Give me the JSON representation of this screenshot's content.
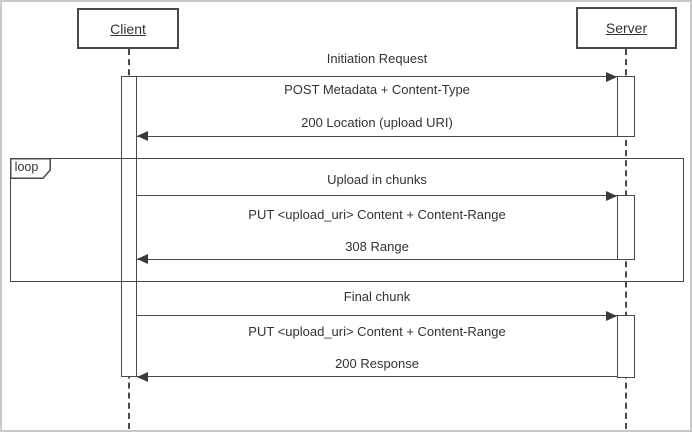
{
  "diagram": {
    "type": "sequence",
    "actors": [
      {
        "name": "Client"
      },
      {
        "name": "Server"
      }
    ],
    "sections": [
      {
        "label": "Initiation Request",
        "request": "POST Metadata + Content-Type",
        "response": "200 Location (upload URI)"
      },
      {
        "frame_label": "loop",
        "label": "Upload in chunks",
        "request": "PUT <upload_uri> Content + Content-Range",
        "response": "308 Range"
      },
      {
        "label": "Final chunk",
        "request": "PUT <upload_uri> Content + Content-Range",
        "response": "200 Response"
      }
    ],
    "colors": {
      "line": "#4a4a4a",
      "text": "#333333",
      "canvas_border": "#c9c9c9",
      "background": "#ffffff"
    }
  }
}
